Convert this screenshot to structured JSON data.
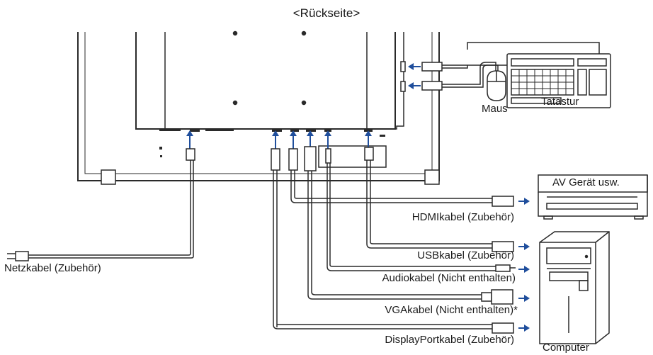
{
  "title": "<Rückseite>",
  "labels": {
    "keyboard": "Tatastur",
    "mouse": "Maus",
    "av_device": "AV Gerät usw.",
    "computer": "Computer"
  },
  "cables": {
    "power": "Netzkabel (Zubehör)",
    "hdmi": "HDMIkabel (Zubehör)",
    "usb": "USBkabel (Zubehör)",
    "audio": "Audiokabel (Nicht enthalten)",
    "vga": "VGAkabel (Nicht enthalten)*",
    "displayport": "DisplayPortkabel (Zubehör)"
  },
  "colors": {
    "line": "#2a2a2a",
    "arrow": "#1f4e9c",
    "cable_outline": "#2a2a2a"
  }
}
